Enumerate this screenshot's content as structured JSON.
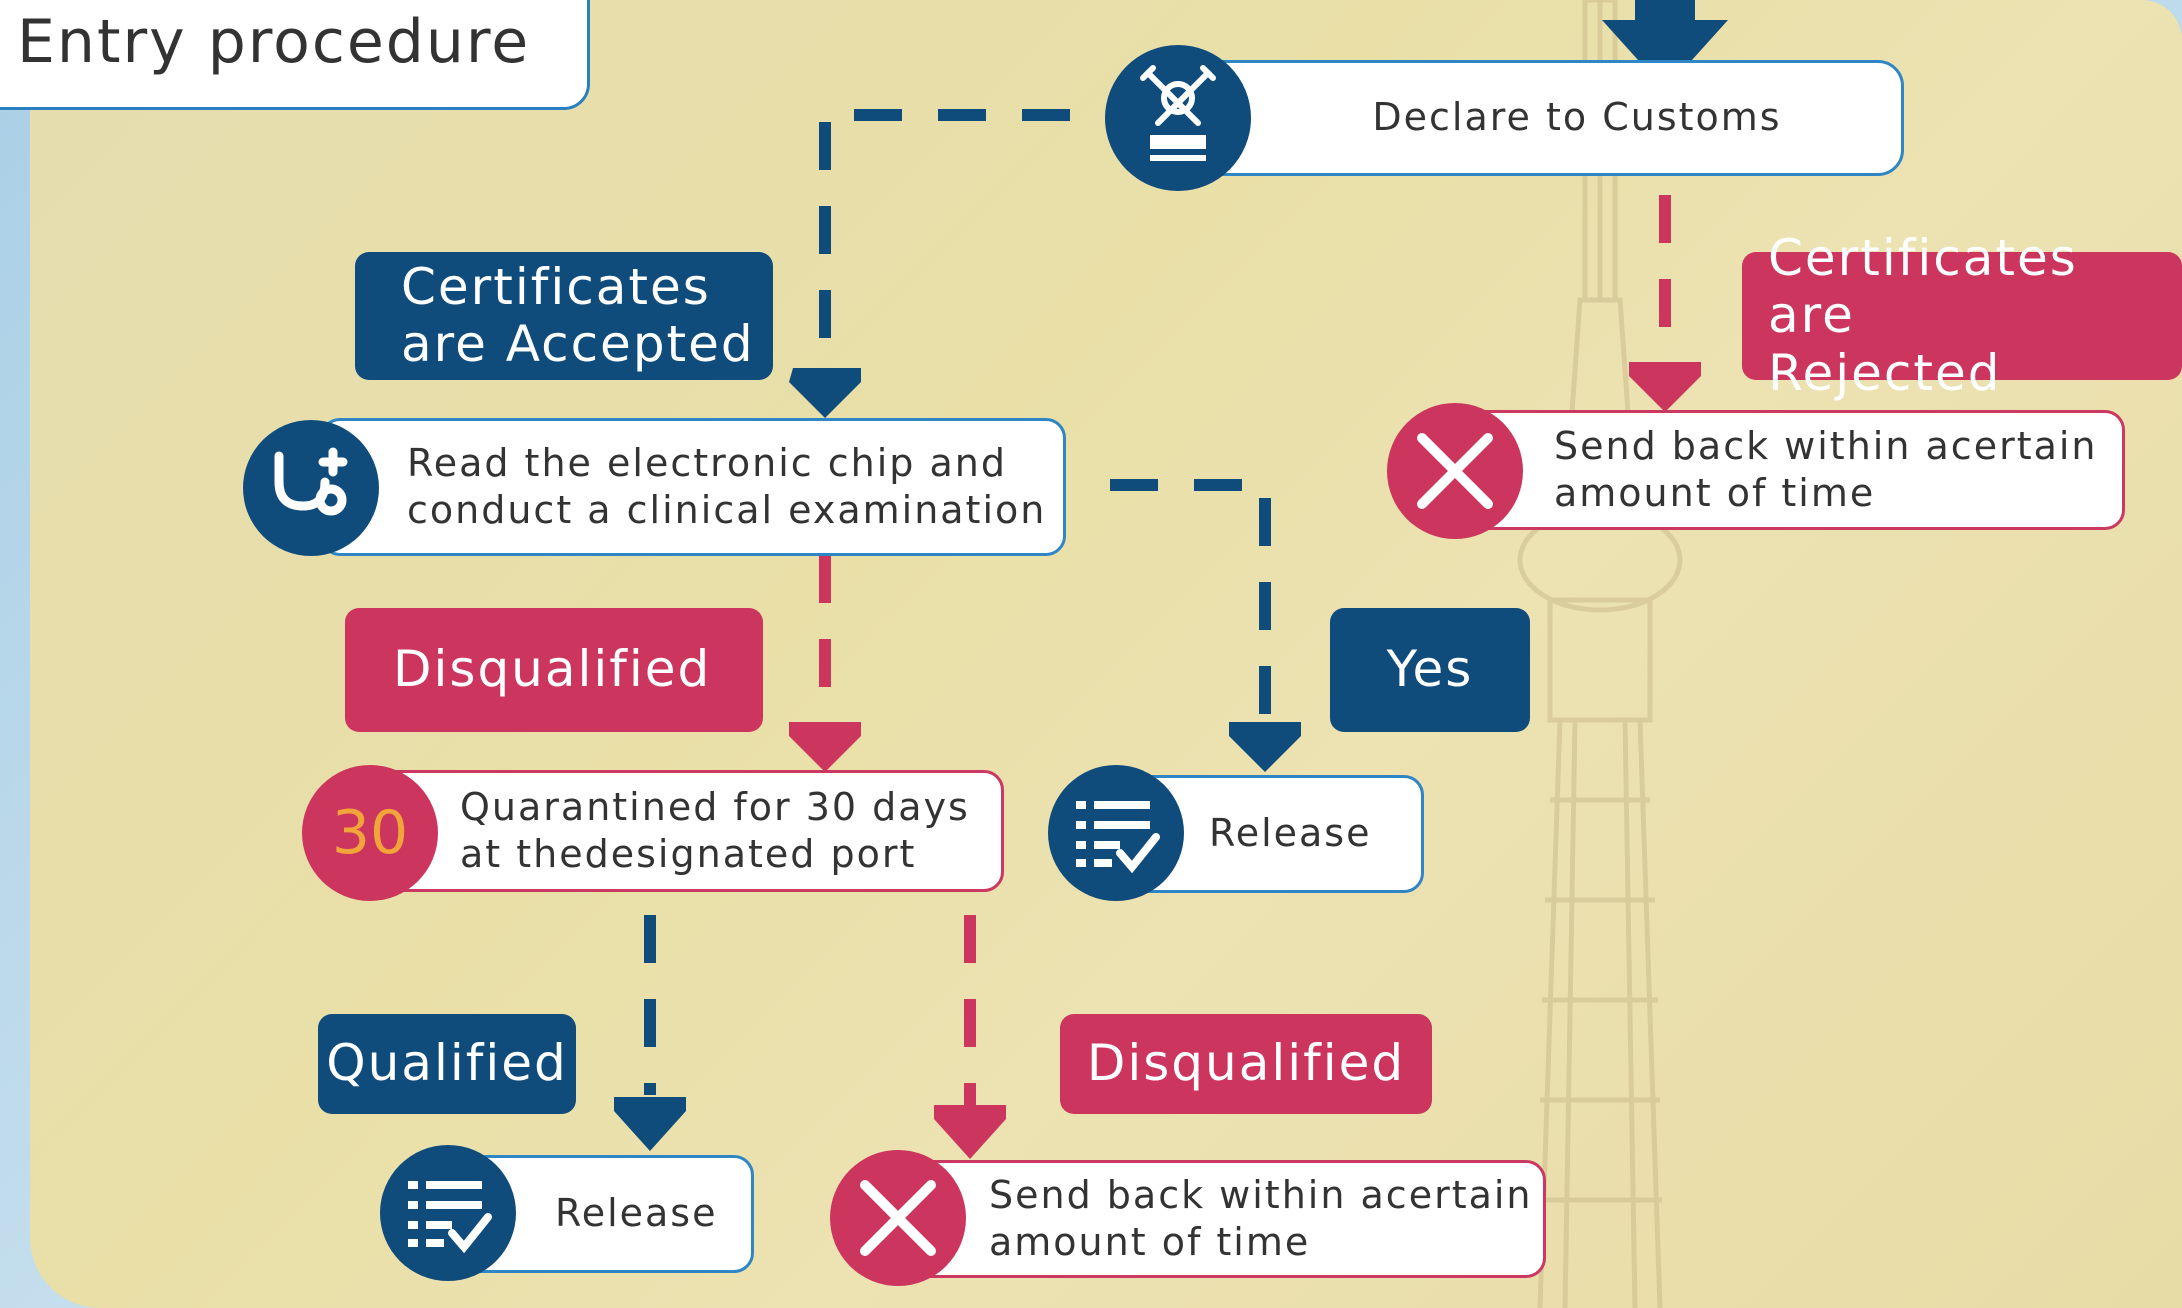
{
  "title": "Entry procedure",
  "nodes": {
    "customs": "Declare to Customs",
    "chip": [
      "Read the electronic chip and",
      "conduct a clinical examination"
    ],
    "quarantine": [
      "Quarantined for 30 days",
      "at thedesignated port"
    ],
    "quarantine_badge": "30",
    "release_mid": "Release",
    "release_bottom": "Release",
    "sendback_right": [
      "Send back within acertain",
      "amount of time"
    ],
    "sendback_bottom": [
      "Send back within acertain",
      "amount of time"
    ]
  },
  "tags": {
    "accepted": [
      "Certificates",
      "are Accepted"
    ],
    "rejected": [
      "Certificates are",
      "Rejected"
    ],
    "disqualified_1": "Disqualified",
    "yes": "Yes",
    "qualified": "Qualified",
    "disqualified_2": "Disqualified"
  },
  "colors": {
    "navy": "#0f4c7c",
    "crimson": "#cc365e",
    "accent_blue": "#2f86c4",
    "badge_orange": "#f0a43a"
  },
  "icons": {
    "customs": "customs-emblem-icon",
    "chip": "stethoscope-icon",
    "quarantine": "number-30-badge",
    "release": "checklist-icon",
    "sendback": "cross-icon"
  }
}
